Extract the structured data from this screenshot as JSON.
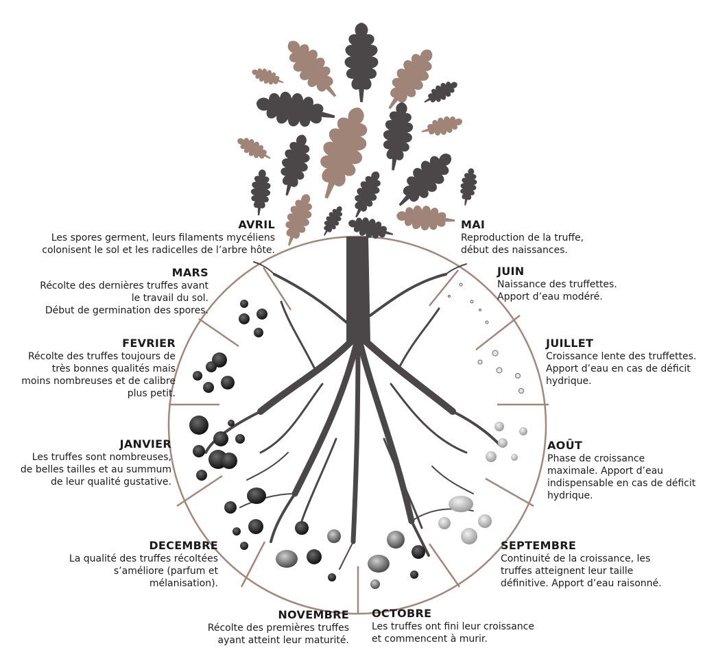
{
  "colors": {
    "dark_leaf": "#4b4647",
    "light_leaf": "#a08478",
    "circle": "#a4857a",
    "root": "#4b4647",
    "truffle": "#2b2b2b"
  },
  "months": {
    "avril": {
      "name": "AVRIL",
      "desc": "Les spores germent, leurs filaments mycéliens\ncolonisent le sol et les radicelles de l’arbre hôte."
    },
    "mai": {
      "name": "MAI",
      "desc": "Reproduction de la truffe,\ndébut des naissances."
    },
    "mars": {
      "name": "MARS",
      "desc": "Récolte des dernières truffes avant\nle travail du sol.\nDébut de germination des spores."
    },
    "juin": {
      "name": "JUIN",
      "desc": "Naissance des truffettes.\nApport d’eau modéré."
    },
    "fevrier": {
      "name": "FEVRIER",
      "desc": "Récolte des truffes toujours de\ntrès bonnes qualités mais\nmoins nombreuses et de calibre\nplus petit."
    },
    "juillet": {
      "name": "JUILLET",
      "desc": "Croissance lente des truffettes.\nApport d’eau en cas de déficit\nhydrique."
    },
    "janvier": {
      "name": "JANVIER",
      "desc": "Les truffes sont nombreuses,\nde belles tailles et au summum\nde leur qualité gustative."
    },
    "aout": {
      "name": "AOÛT",
      "desc": "Phase de croissance\nmaximale. Apport d’eau\nindispensable en cas de déficit\nhydrique."
    },
    "decembre": {
      "name": "DECEMBRE",
      "desc": "La qualité des truffes récoltées\ns’améliore (parfum et\nmélanisation)."
    },
    "septembre": {
      "name": "SEPTEMBRE",
      "desc": "Continuité de la croissance, les\ntruffes atteignent leur taille\ndéfinitive.  Apport d’eau raisonné."
    },
    "novembre": {
      "name": "NOVEMBRE",
      "desc": "Récolte des premières truffes\nayant atteint leur maturité."
    },
    "octobre": {
      "name": "OCTOBRE",
      "desc": "Les truffes ont fini leur croissance\net commencent à murir."
    }
  }
}
